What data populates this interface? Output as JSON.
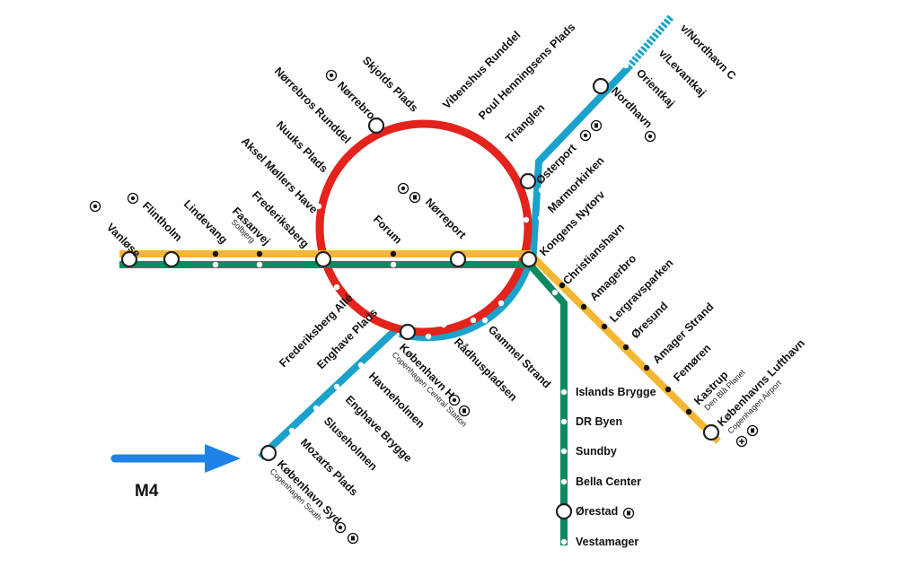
{
  "colors": {
    "yellow": "#f4b633",
    "green": "#0d8a5f",
    "red": "#e3231c",
    "cyan": "#1aa2cc",
    "arrow": "#1e82e6",
    "ink": "#111111"
  },
  "legend": {
    "m4_label": "M4"
  },
  "stations": {
    "vanlose": "Vanløse",
    "flintholm": "Flintholm",
    "lindevang": "Lindevang",
    "fasanvej": "Fasanvej",
    "fasanvej_sub": "Solbjerg",
    "frederiksberg": "Frederiksberg",
    "forum": "Forum",
    "norreport": "Nørreport",
    "kongens_nytorv": "Kongens Nytorv",
    "christianshavn": "Christianshavn",
    "amagerbro": "Amagerbro",
    "lergravsparken": "Lergravsparken",
    "oresund": "Øresund",
    "amager_strand": "Amager Strand",
    "femoren": "Femøren",
    "kastrup": "Kastrup",
    "kastrup_sub": "Den Blå Planet",
    "lufthavn": "Københavns Lufthavn",
    "lufthavn_sub": "Copenhagen Airport",
    "islands_brygge": "Islands Brygge",
    "dr_byen": "DR Byen",
    "sundby": "Sundby",
    "bella_center": "Bella Center",
    "orestad": "Ørestad",
    "vestamager": "Vestamager",
    "aksel": "Aksel Møllers Have",
    "nuuks": "Nuuks Plads",
    "norrebros_runddel": "Nørrebros Runddel",
    "norrebro": "Nørrebro",
    "skjolds": "Skjolds Plads",
    "vibenshus": "Vibenshus Runddel",
    "poul": "Poul Henningsens Plads",
    "trianglen": "Trianglen",
    "osterport": "Østerport",
    "marmorkirken": "Marmorkirken",
    "nordhavn": "Nordhavn",
    "orientkaj": "Orientkaj",
    "levantkaj": "v/Levantkaj",
    "nordhavn_c": "v/Nordhavn C",
    "gammel_strand": "Gammel Strand",
    "radhuspladsen": "Rådhuspladsen",
    "kobenhavn_h": "København H",
    "kobenhavn_h_sub": "Copenhagen Central Station",
    "frederiksberg_alle": "Frederiksberg Allé",
    "enghave_plads": "Enghave Plads",
    "havneholmen": "Havneholmen",
    "enghave_brygge": "Enghave Brygge",
    "sluseholmen": "Sluseholmen",
    "mozarts": "Mozarts Plads",
    "kobenhavn_syd": "København Syd",
    "kobenhavn_syd_sub": "Copenhagen South"
  }
}
